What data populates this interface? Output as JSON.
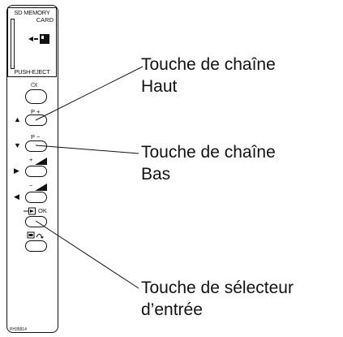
{
  "panel": {
    "sd_title": "SD MEMORY",
    "sd_card": "CARD",
    "sd_eject": "PUSH-EJECT",
    "power_symbol": "⏻I",
    "ch_up_label": "P +",
    "ch_down_label": "P −",
    "vol_up_label": "+",
    "vol_down_label": "−",
    "ok_label": "OK",
    "model_code": "PH35814"
  },
  "callouts": {
    "channel_up_line1": "Touche de chaîne",
    "channel_up_line2": "Haut",
    "channel_down_line1": "Touche de chaîne",
    "channel_down_line2": "Bas",
    "input_line1": "Touche de sélecteur",
    "input_line2": "d’entrée"
  }
}
